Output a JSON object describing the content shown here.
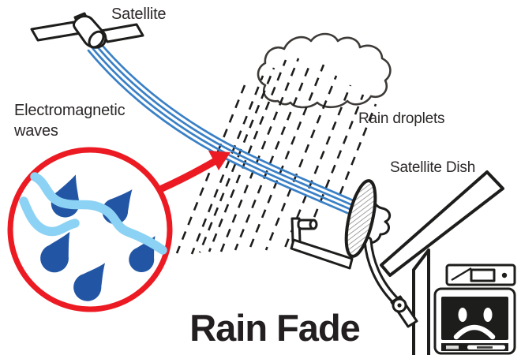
{
  "title": "Rain Fade",
  "labels": {
    "satellite": "Satellite",
    "electromagnetic_waves": "Electromagnetic waves",
    "rain_droplets": "Rain droplets",
    "satellite_dish": "Satellite Dish"
  },
  "colors": {
    "wave_blue": "#3a80c6",
    "ribbon_light_blue": "#8cd2f4",
    "droplet_blue": "#2256a5",
    "accent_red": "#ec1b23",
    "ink_black": "#1d1d1b",
    "title_color": "#231f20"
  },
  "icons": [
    "satellite-icon",
    "electromagnetic-waves-icon",
    "cloud-icon",
    "rain-dashes-icon",
    "magnifier-circle-icon",
    "raindrop-icon",
    "wave-ribbon-icon",
    "zoom-arrow-icon",
    "satellite-dish-icon",
    "roof-icon",
    "set-top-box-icon",
    "tv-sad-face-icon"
  ]
}
